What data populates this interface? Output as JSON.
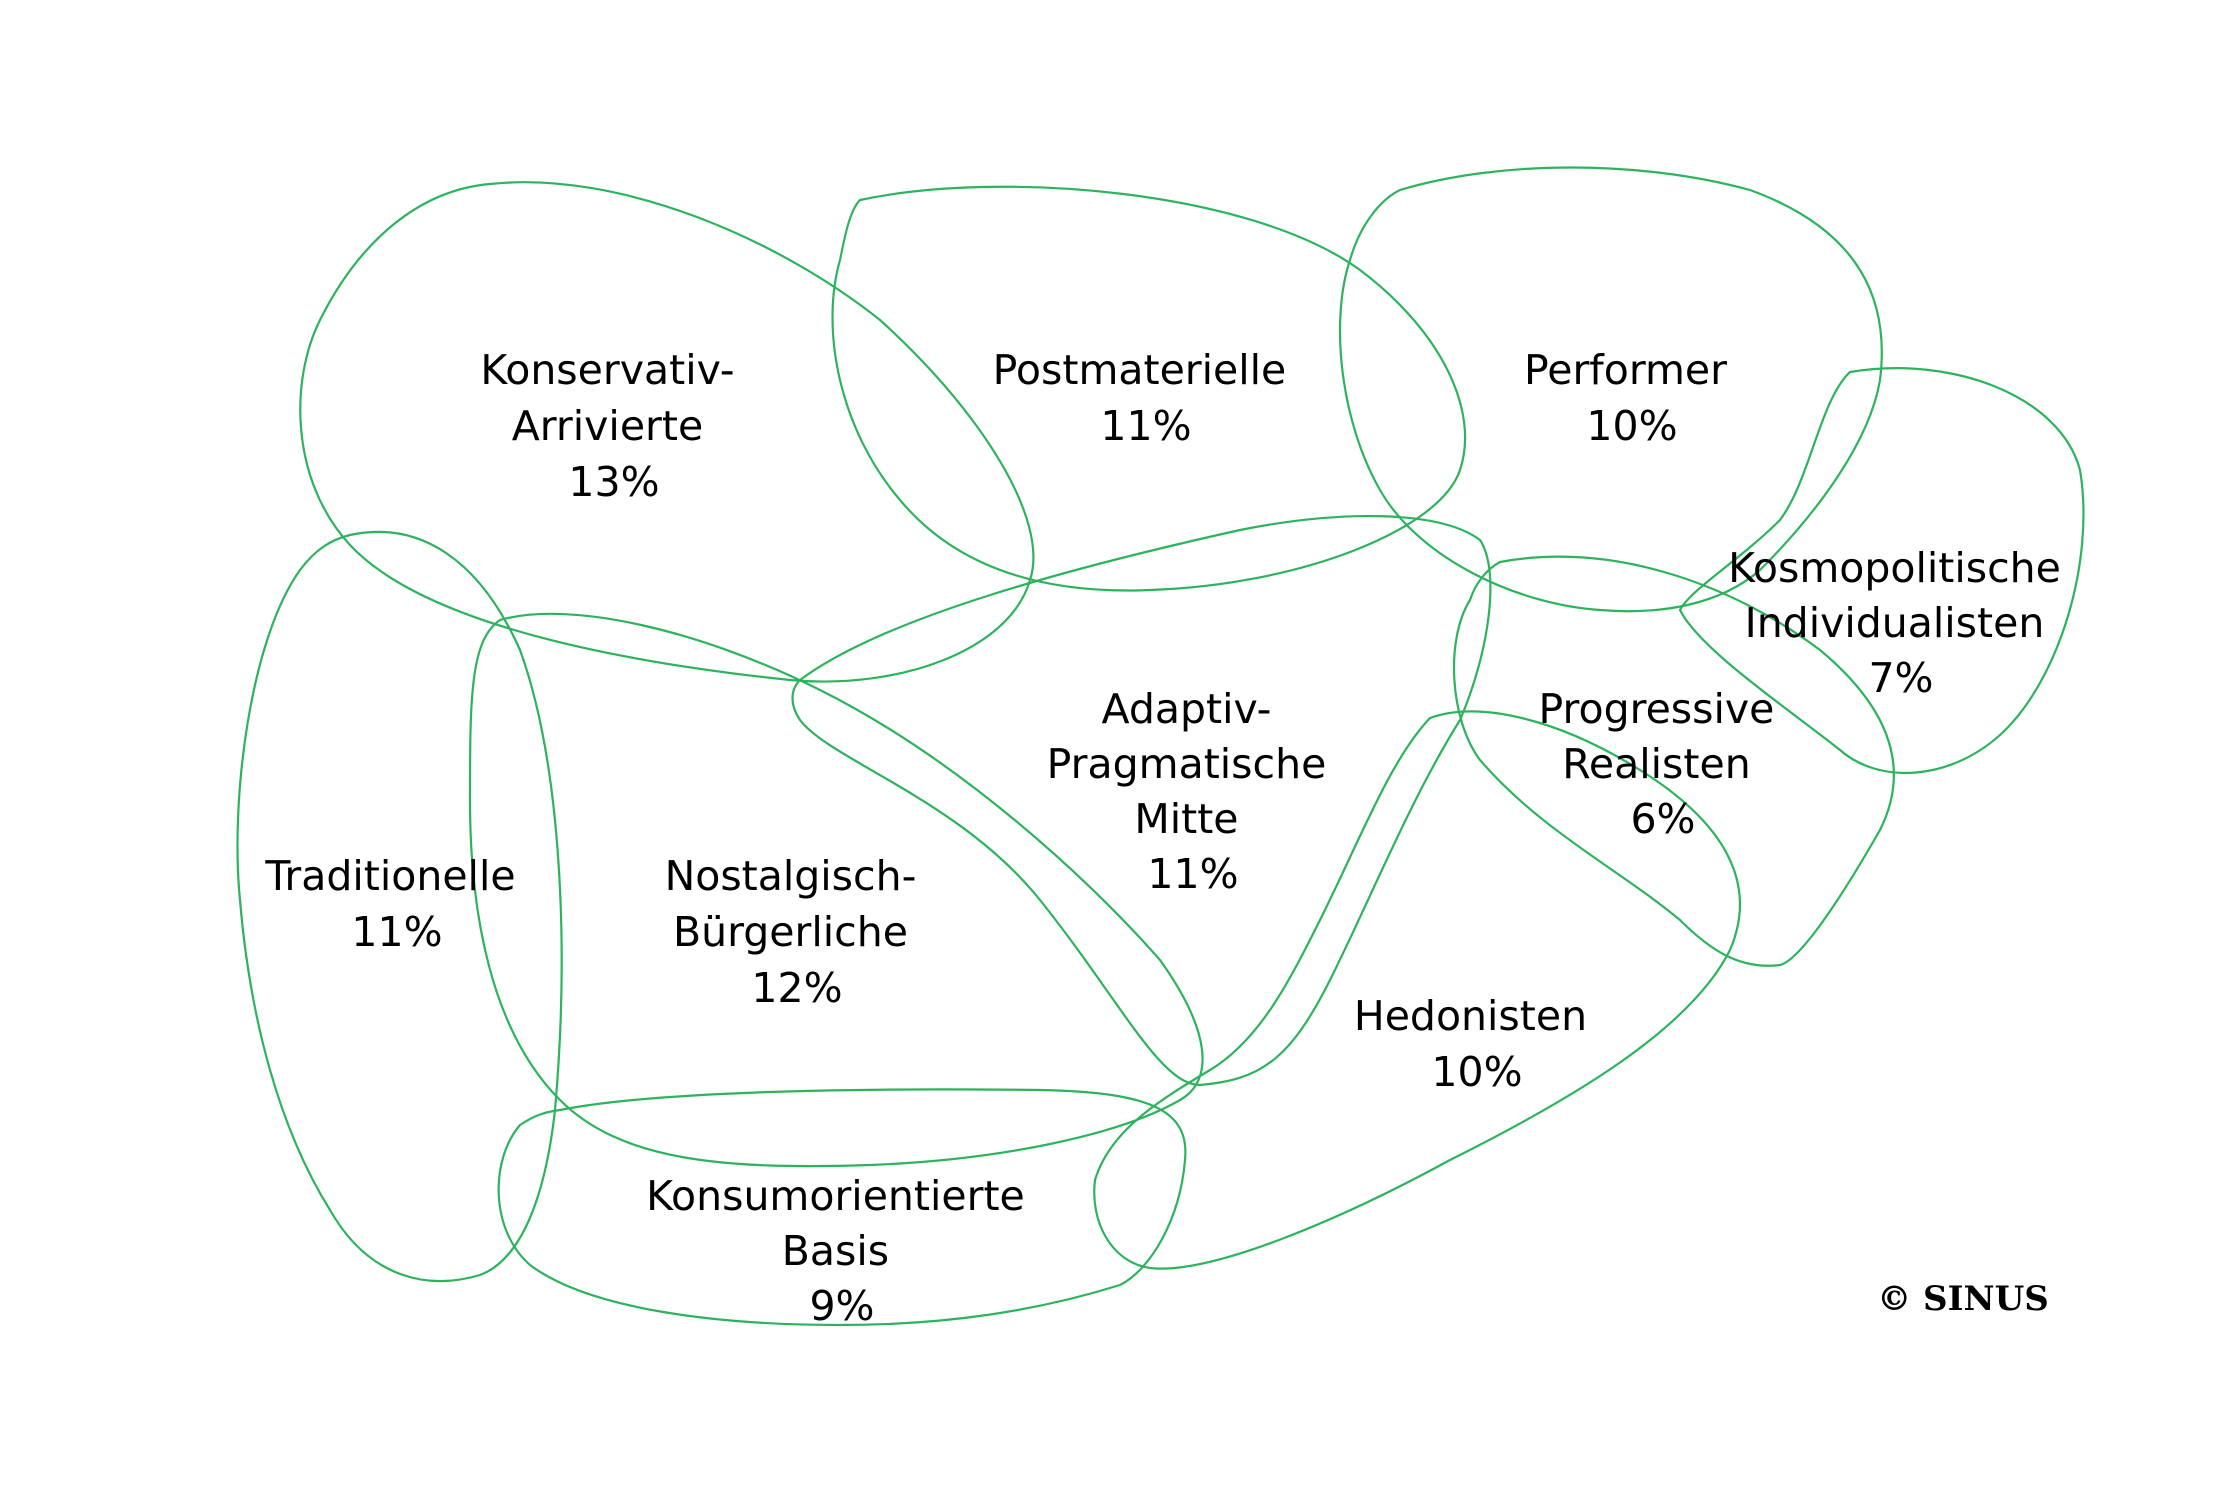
{
  "outline_color": "#2db35d",
  "text_color": "#000000",
  "milieus": [
    {
      "id": "konservativ-arrivierte",
      "lines": [
        "Konservativ-",
        "Arrivierte"
      ],
      "share": "13%"
    },
    {
      "id": "postmaterielle",
      "lines": [
        "Postmaterielle"
      ],
      "share": "11%"
    },
    {
      "id": "performer",
      "lines": [
        "Performer"
      ],
      "share": "10%"
    },
    {
      "id": "kosmopolitische-individualisten",
      "lines": [
        "Kosmopolitische",
        "Individualisten"
      ],
      "share": "7%"
    },
    {
      "id": "progressive-realisten",
      "lines": [
        "Progressive",
        "Realisten"
      ],
      "share": "6%"
    },
    {
      "id": "adaptiv-pragmatische-mitte",
      "lines": [
        "Adaptiv-",
        "Pragmatische",
        "Mitte"
      ],
      "share": "11%"
    },
    {
      "id": "traditionelle",
      "lines": [
        "Traditionelle"
      ],
      "share": "11%"
    },
    {
      "id": "nostalgisch-buergerliche",
      "lines": [
        "Nostalgisch-",
        "Bürgerliche"
      ],
      "share": "12%"
    },
    {
      "id": "hedonisten",
      "lines": [
        "Hedonisten"
      ],
      "share": "10%"
    },
    {
      "id": "konsumorientierte-basis",
      "lines": [
        "Konsumorientierte",
        "Basis"
      ],
      "share": "9%"
    }
  ],
  "copyright": "© SINUS"
}
